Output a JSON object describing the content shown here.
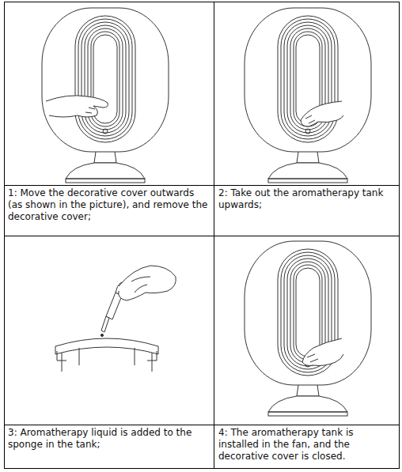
{
  "diagram": {
    "labels": [
      "1: Move the decorative cover outwards (as shown in the picture), and remove the decorative cover;",
      "2: Take out the aromatherapy tank upwards;",
      "3: Aromatherapy liquid is added to the sponge in the tank;",
      "4: The aromatherapy tank is installed in the fan, and the decorative cover is closed."
    ]
  }
}
